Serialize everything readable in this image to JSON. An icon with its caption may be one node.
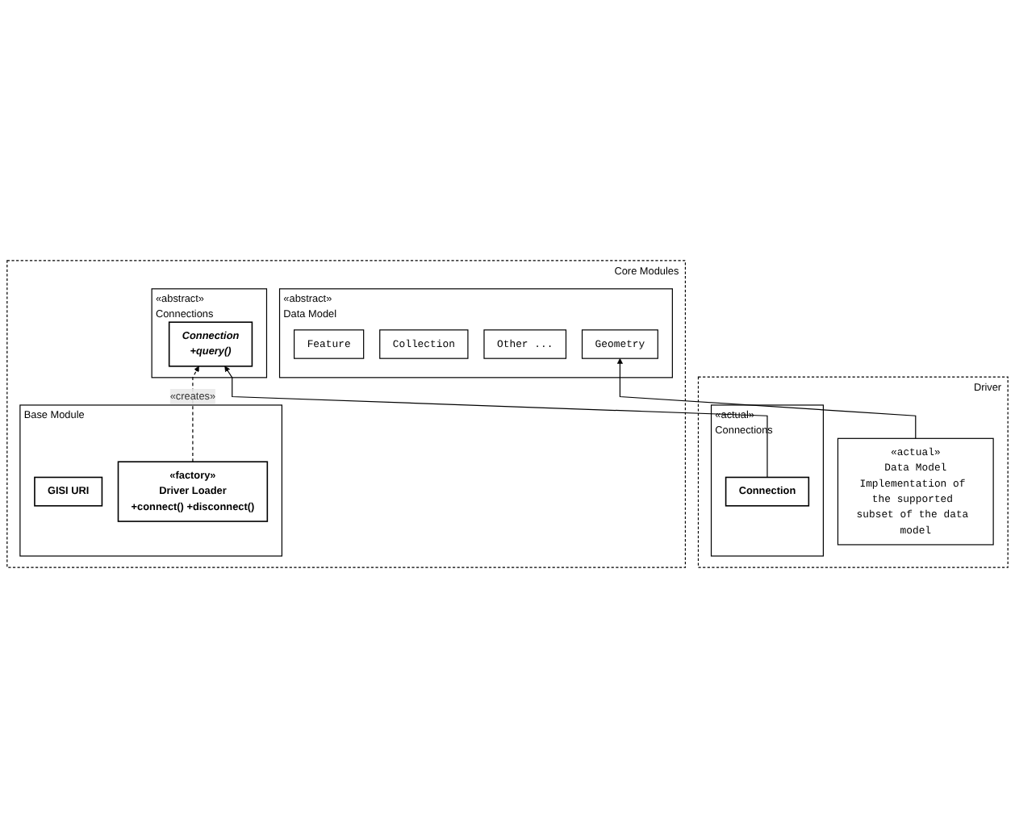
{
  "diagram": {
    "nodes": [
      {
        "text": [
          "Core Modules"
        ]
      },
      {
        "text": [
          "«abstract»",
          "Data Model"
        ],
        "in": 0
      },
      {
        "text": [
          "Feature"
        ],
        "in": 1
      },
      {
        "text": [
          "Collection"
        ],
        "in": 1
      },
      {
        "text": [
          "Other ..."
        ],
        "in": 1
      },
      {
        "text": [
          "Geometry"
        ],
        "in": 1
      },
      {
        "text": [
          "Base Module"
        ],
        "in": 0
      },
      {
        "text": [
          "GISI URI"
        ],
        "in": 6
      },
      {
        "text": [
          "«factory»",
          "Driver Loader",
          "+connect() +disconnect()"
        ],
        "in": 6
      },
      {
        "text": [
          "«abstract»",
          "Connections"
        ],
        "in": 0
      },
      {
        "text": [
          "Connection",
          "+query()"
        ],
        "in": 9
      },
      {
        "text": [
          "Driver"
        ]
      },
      {
        "text": [
          "«actual»",
          "Data Model",
          "Implementation of the supported subset of the data model"
        ],
        "in": 11
      },
      {
        "text": [
          "«actual»",
          "Connections"
        ],
        "in": 11
      },
      {
        "text": [
          "Connection"
        ],
        "in": 13
      }
    ],
    "edges": [
      {
        "from": 8,
        "to": 10,
        "arrow": "to",
        "label": "«creates»",
        "style": "dashed"
      },
      {
        "from": 12,
        "to": 5,
        "arrow": "to"
      },
      {
        "from": 14,
        "to": 10,
        "arrow": "to"
      }
    ]
  }
}
